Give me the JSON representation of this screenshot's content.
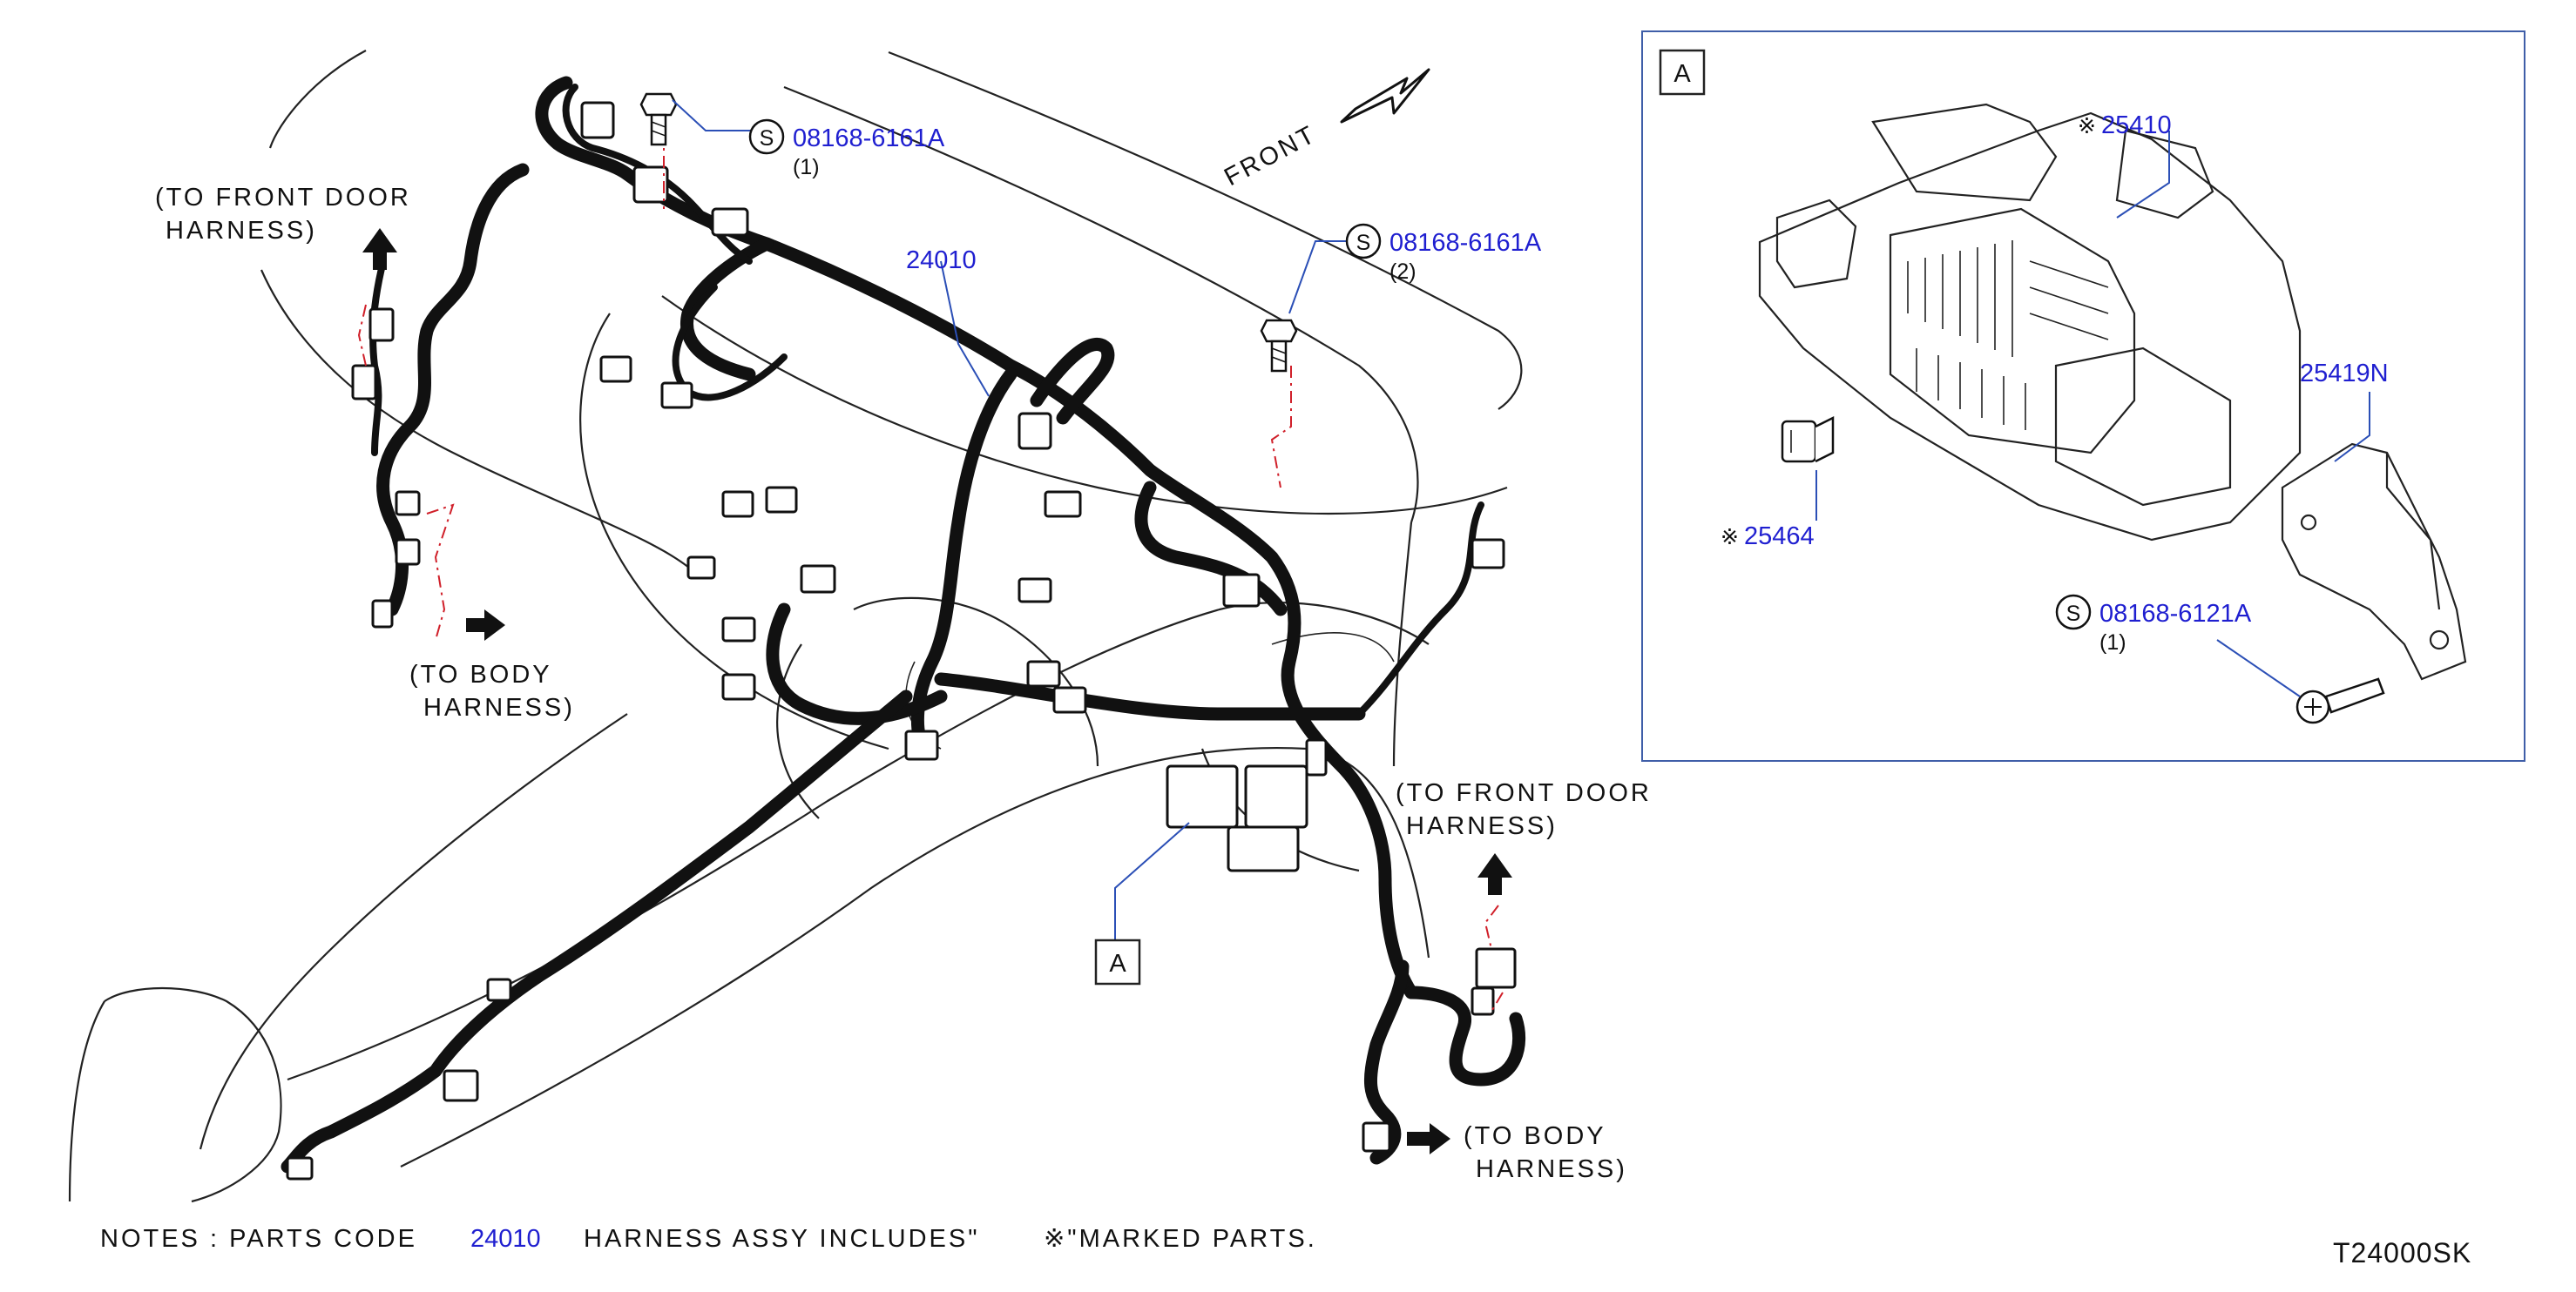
{
  "callouts": {
    "front_door_harness_left_1": "(TO  FRONT  DOOR",
    "front_door_harness_left_2": "HARNESS)",
    "body_harness_left_1": "(TO  BODY",
    "body_harness_left_2": "HARNESS)",
    "front_door_harness_right_1": "(TO  FRONT  DOOR",
    "front_door_harness_right_2": "HARNESS)",
    "body_harness_right_1": "(TO  BODY",
    "body_harness_right_2": "HARNESS)",
    "front": "FRONT"
  },
  "parts": {
    "bolt_top": {
      "symbol": "S",
      "code": "08168-6161A",
      "qty": "(1)"
    },
    "bolt_mid": {
      "symbol": "S",
      "code": "08168-6161A",
      "qty": "(2)"
    },
    "harness": {
      "code": "24010"
    },
    "fuse_block": {
      "marker": "※",
      "code": "25410"
    },
    "bracket": {
      "code": "25419N"
    },
    "fuse": {
      "marker": "※",
      "code": "25464"
    },
    "bolt_detail": {
      "symbol": "S",
      "code": "08168-6121A",
      "qty": "(1)"
    }
  },
  "detail_label": "A",
  "view_label": "A",
  "notes": {
    "prefix": "NOTES  :  PARTS  CODE",
    "code": "24010",
    "middle": "HARNESS  ASSY  INCLUDES\"",
    "suffix": "※\"MARKED   PARTS."
  },
  "diagram_id": "T24000SK",
  "colors": {
    "part_link": "#1f1fd0",
    "leader": "#2b4fb6",
    "dashed_line": "#d0202a"
  }
}
